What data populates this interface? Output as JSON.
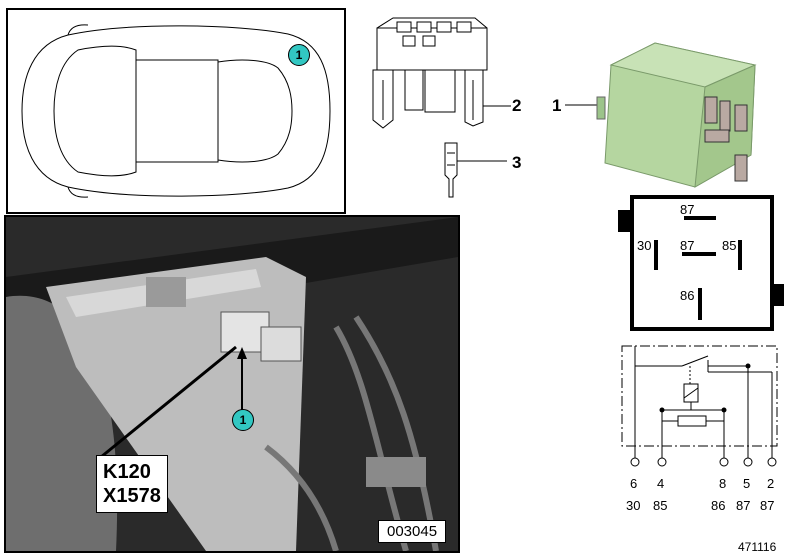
{
  "callouts": {
    "relay": "1",
    "socket": "2",
    "terminal": "3"
  },
  "location_badge": "1",
  "photo": {
    "component_label": "K120",
    "connector_label": "X1578",
    "badge": "1",
    "image_code": "003045"
  },
  "pin_diagram": {
    "top": "87",
    "left": "30",
    "center": "87",
    "right": "85",
    "bottom": "86"
  },
  "schematic": {
    "pins": [
      {
        "number": "6",
        "terminal": "30"
      },
      {
        "number": "4",
        "terminal": "85"
      },
      {
        "number": "8",
        "terminal": "86"
      },
      {
        "number": "5",
        "terminal": "87"
      },
      {
        "number": "2",
        "terminal": "87"
      }
    ]
  },
  "diagram_ref": "471116",
  "colors": {
    "relay_green": "#b5d6a0",
    "badge_teal": "#32c7c2"
  }
}
